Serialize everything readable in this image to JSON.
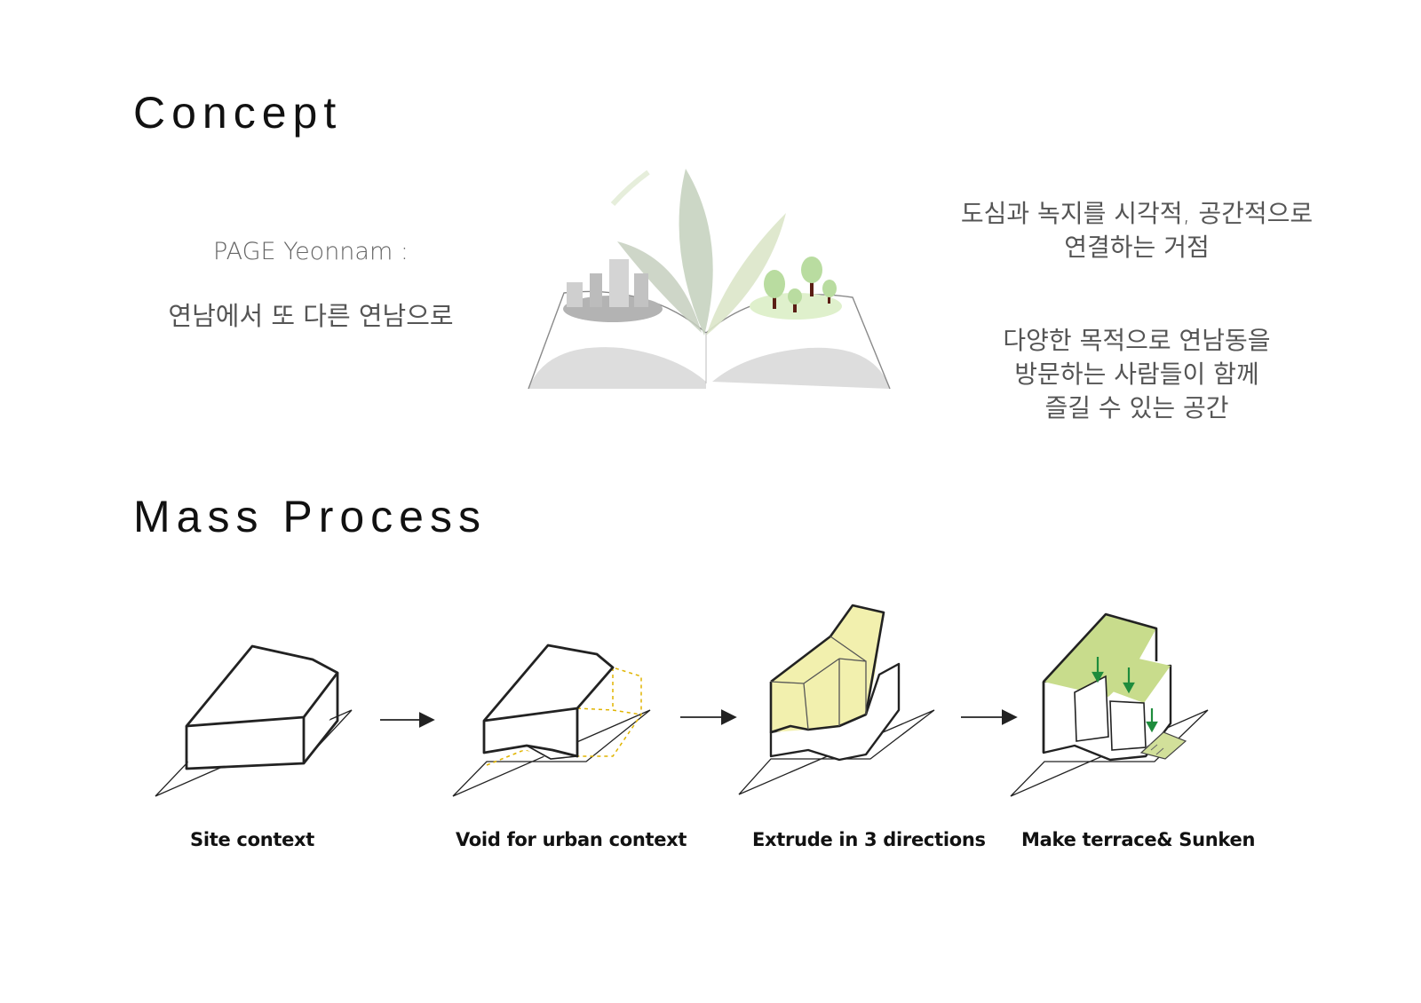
{
  "concept": {
    "heading": "Concept",
    "tagline_en": "PAGE Yeonnam :",
    "tagline_ko": "연남에서 또 다른 연남으로",
    "description_1": [
      "도심과 녹지를 시각적, 공간적으로",
      "연결하는 거점"
    ],
    "description_2": [
      "다양한 목적으로 연남동을",
      "방문하는 사람들이 함께",
      "즐길 수 있는 공간"
    ]
  },
  "mass_process": {
    "heading": "Mass Process",
    "steps": [
      {
        "caption": "Site context"
      },
      {
        "caption": "Void for urban context"
      },
      {
        "caption": "Extrude in 3 directions"
      },
      {
        "caption": "Make terrace& Sunken"
      }
    ]
  },
  "colors": {
    "extrude_fill": "#f2f0ae",
    "terrace_fill": "#c8dc8c",
    "arrow_green": "#1e8c3c",
    "void_dash": "#e0b400",
    "city_gray": "#c9c9c9",
    "tree_green": "#b9dca0"
  }
}
